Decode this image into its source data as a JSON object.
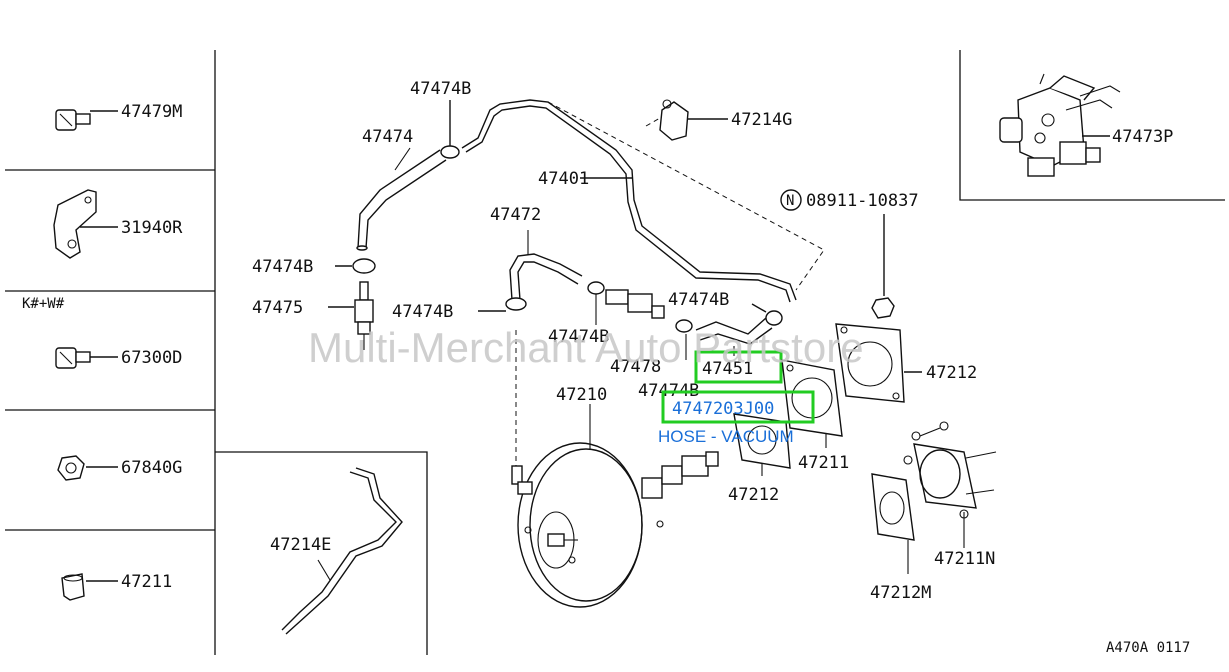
{
  "diagram": {
    "watermark": "Multi-Merchant Auto Partstore",
    "figure_code": "A470A 0117",
    "side_panel": {
      "items": [
        {
          "part": "47479M",
          "icon": "bolt-icon"
        },
        {
          "part": "31940R",
          "icon": "bracket-icon"
        },
        {
          "part": "67300D",
          "icon": "bolt-icon"
        },
        {
          "part": "67840G",
          "icon": "nut-icon"
        },
        {
          "part": "47211",
          "icon": "grommet-icon"
        }
      ],
      "variant_note": "K#+W#"
    },
    "inset_left": {
      "part": "47214E"
    },
    "inset_right": {
      "part": "47473P"
    },
    "callouts": {
      "c47474B_top": "47474B",
      "c47214G": "47214G",
      "c47474": "47474",
      "c47401": "47401",
      "c08911": "08911-10837",
      "c08911_prefix": "N",
      "c47472": "47472",
      "c47474B_left": "47474B",
      "c47475": "47475",
      "c47474B_mid": "47474B",
      "c47474B_lower": "47474B",
      "c47474B_right": "47474B",
      "c47478": "47478",
      "c47474B_bottom": "47474B",
      "c47451": "47451",
      "c47212_right": "47212",
      "c47210": "47210",
      "c47211": "47211",
      "c47212_mid": "47212",
      "c47211N": "47211N",
      "c47212M": "47212M"
    },
    "selected_part": {
      "number": "4747203J00",
      "description": "HOSE - VACUUM"
    },
    "highlight_color": "#22cc22",
    "selection_text_color": "#1a6fd8"
  }
}
